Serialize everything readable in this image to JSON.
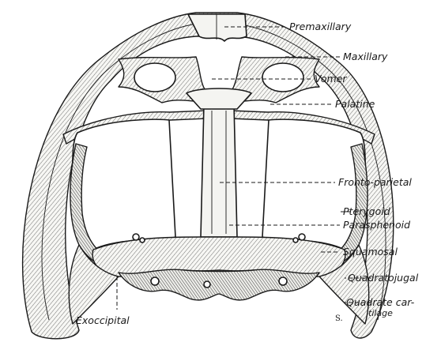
{
  "figure": {
    "labels": {
      "premaxillary": "Premaxillary",
      "maxillary": "Maxillary",
      "vomer": "Vomer",
      "palatine": "Palatine",
      "fronto_parietal": "Fronto-parietal",
      "pterygoid": "Pterygoid",
      "parasphenoid": "Parasphenoid",
      "squamosal": "Squamosal",
      "quadratojugal": "Quadratojugal",
      "quadrate_cartilage_line1": "Quadrate car-",
      "quadrate_cartilage_line2": "tilage",
      "exoccipital": "Exoccipital"
    },
    "signature": "S."
  }
}
